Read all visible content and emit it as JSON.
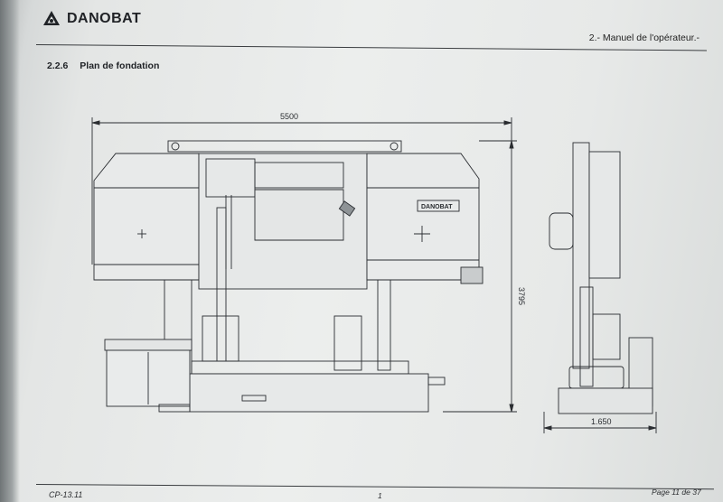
{
  "header": {
    "brand": "DANOBAT",
    "manual_title": "2.- Manuel de l'opérateur.-"
  },
  "section": {
    "number": "2.2.6",
    "title": "Plan de fondation"
  },
  "drawing": {
    "front_width_dim": "5500",
    "height_dim": "3795",
    "side_depth_dim": "1.650",
    "machine_plate": "DANOBAT"
  },
  "footer": {
    "doc_code": "CP-13.11",
    "center_mark": "1",
    "page": "Page 11 de 37"
  },
  "colors": {
    "paper": "#eceeed",
    "ink": "#2a2d31"
  }
}
